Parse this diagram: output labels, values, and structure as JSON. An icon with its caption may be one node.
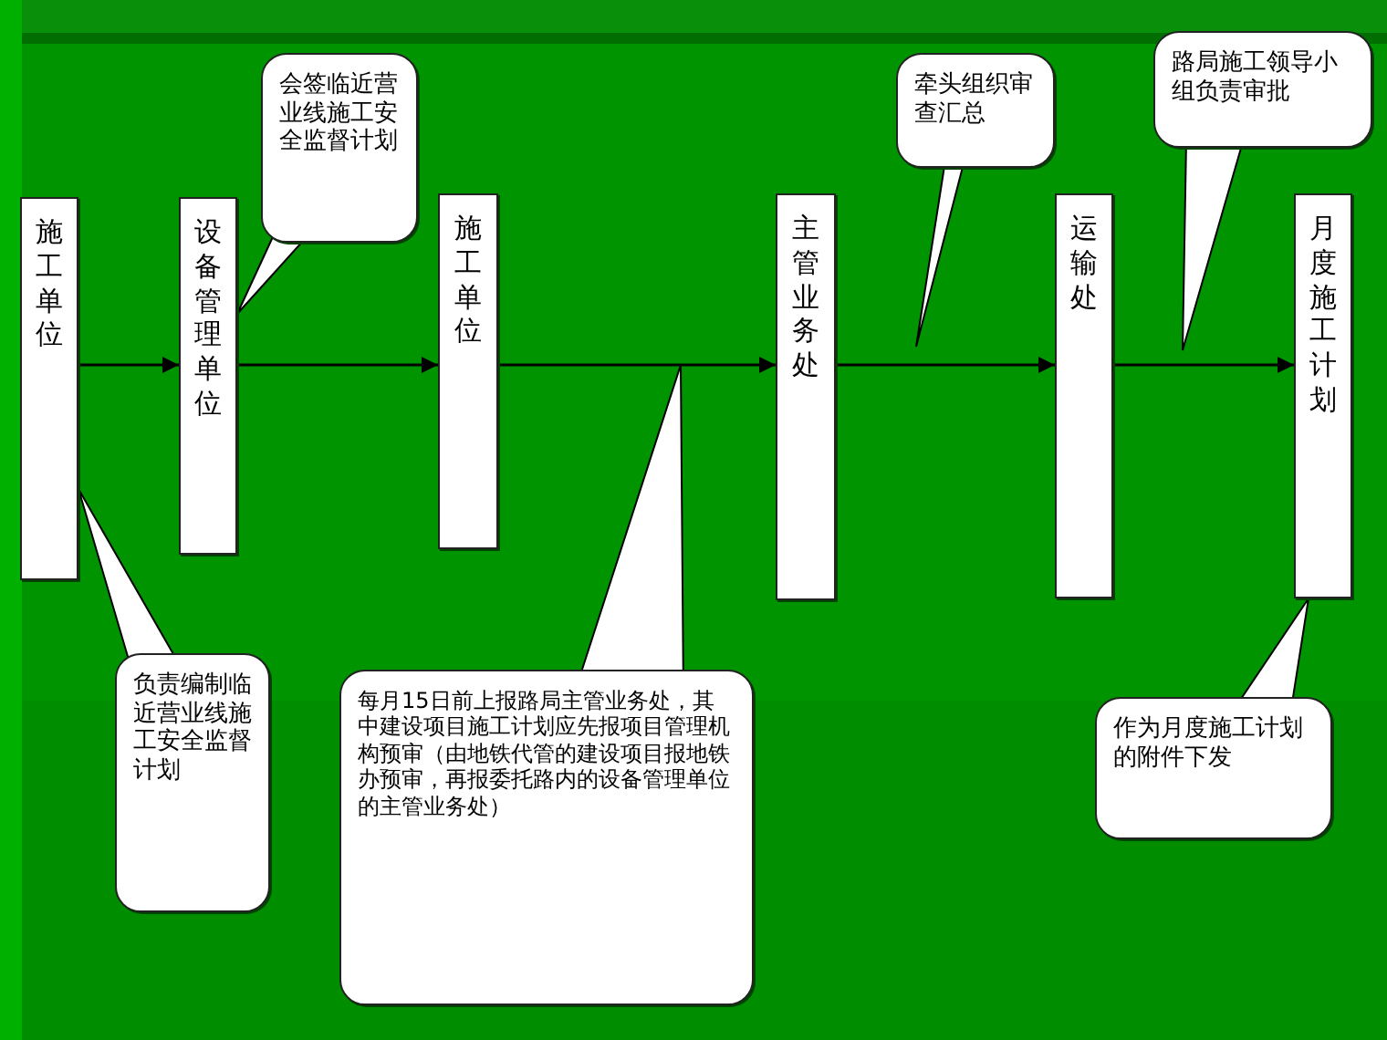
{
  "diagram": {
    "nodes": [
      {
        "text": [
          "施工单位"
        ]
      },
      {
        "text": [
          "设备管理单位"
        ]
      },
      {
        "text": [
          "施工单位"
        ]
      },
      {
        "text": [
          "主管业务处"
        ]
      },
      {
        "text": [
          "运输处"
        ]
      },
      {
        "text": [
          "月度施工计划"
        ]
      },
      {
        "text": [
          "会签临近营业线施工安全监督计划"
        ]
      },
      {
        "text": [
          "牵头组织审查汇总"
        ]
      },
      {
        "text": [
          "路局施工领导小组负责审批"
        ]
      },
      {
        "text": [
          "负责编制临近营业线施工安全监督计划"
        ]
      },
      {
        "text": [
          "每月15日前上报路局主管业务处，其中建设项目施工计划应先报项目管理机构预审（由地铁代管的建设项目报地铁办预审，再报委托路内的设备管理单位的主管业务处）"
        ]
      },
      {
        "text": [
          "作为月度施工计划的附件下发"
        ]
      }
    ],
    "edges": [
      {
        "from": 0,
        "to": 1,
        "arrow": "to"
      },
      {
        "from": 1,
        "to": 2,
        "arrow": "to"
      },
      {
        "from": 2,
        "to": 3,
        "arrow": "to"
      },
      {
        "from": 3,
        "to": 4,
        "arrow": "to"
      },
      {
        "from": 4,
        "to": 5,
        "arrow": "to"
      },
      {
        "from": 6,
        "to": 1,
        "arrow": "to"
      },
      {
        "from": 7,
        "to": null,
        "arrow": "to"
      },
      {
        "from": 8,
        "to": null,
        "arrow": "to"
      },
      {
        "from": 9,
        "to": 0,
        "arrow": "to"
      },
      {
        "from": 10,
        "to": null,
        "arrow": "to"
      },
      {
        "from": 11,
        "to": 5,
        "arrow": "to"
      }
    ]
  }
}
